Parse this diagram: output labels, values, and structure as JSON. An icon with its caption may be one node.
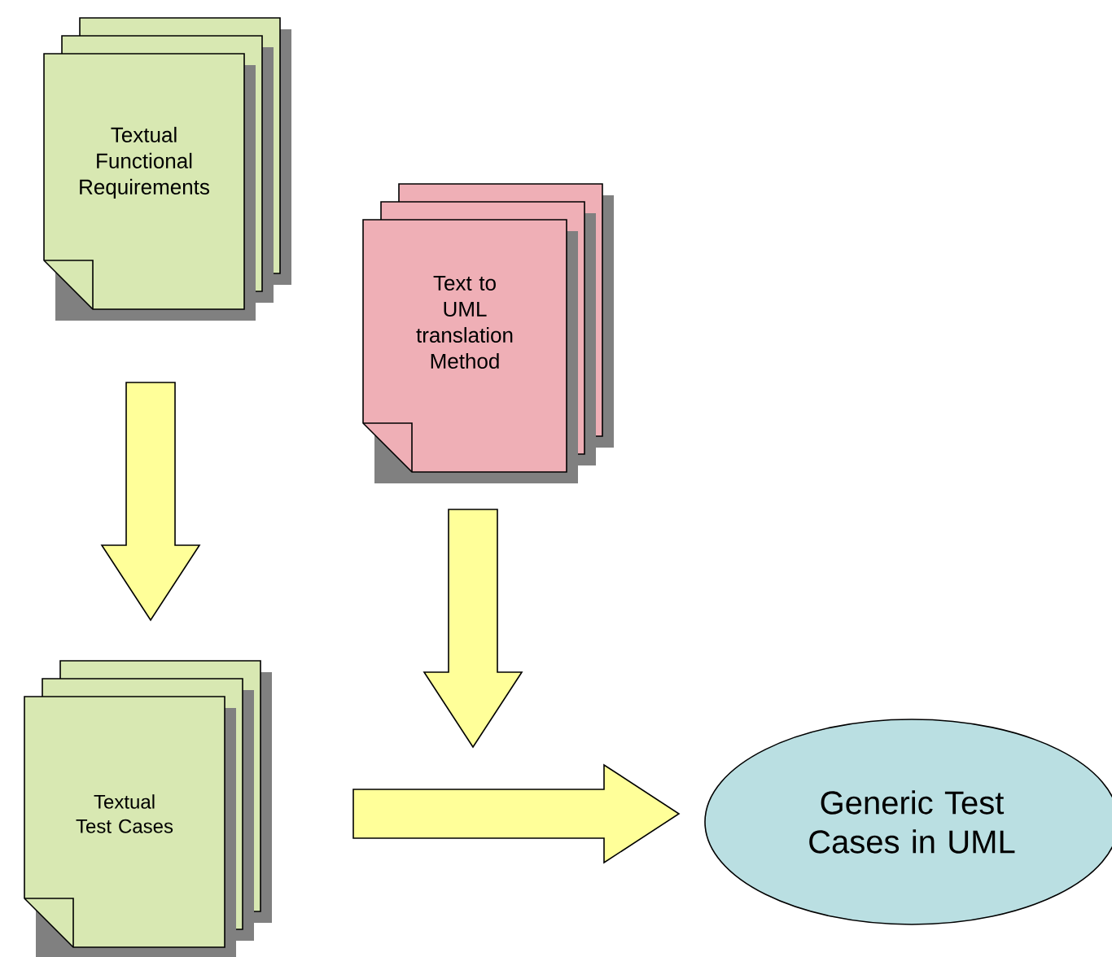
{
  "diagram": {
    "nodes": [
      {
        "text": [
          "Textual Functional Requirements"
        ]
      },
      {
        "text": [
          "Text to UML translation Method"
        ]
      },
      {
        "text": [
          "Textual Test Cases"
        ]
      },
      {
        "text": [
          "Generic Test Cases in UML"
        ]
      }
    ],
    "edges": [
      {
        "from": 0,
        "to": 2,
        "arrow": "to"
      },
      {
        "from": 1,
        "to": null,
        "arrow": "to"
      },
      {
        "from": 2,
        "to": 3,
        "arrow": "to"
      }
    ]
  }
}
